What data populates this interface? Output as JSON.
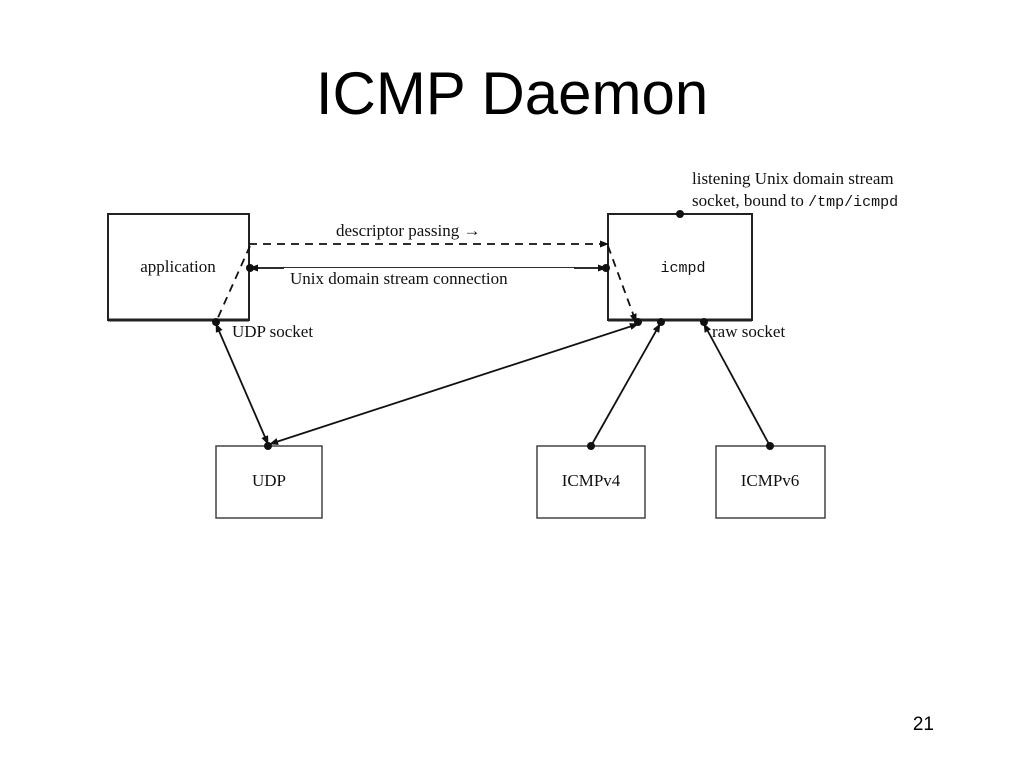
{
  "slide": {
    "title": "ICMP Daemon",
    "page_number": "21"
  },
  "diagram": {
    "nodes": {
      "application": "application",
      "icmpd": "icmpd",
      "udp": "UDP",
      "icmpv4": "ICMPv4",
      "icmpv6": "ICMPv6"
    },
    "labels": {
      "descriptor_passing": "descriptor passing →",
      "unix_stream_connection": "Unix domain stream connection",
      "udp_socket": "UDP socket",
      "raw_socket": "raw socket",
      "listening_line1": "listening Unix domain stream",
      "listening_line2_prefix": "socket, bound to ",
      "listening_path": "/tmp/icmpd"
    }
  }
}
